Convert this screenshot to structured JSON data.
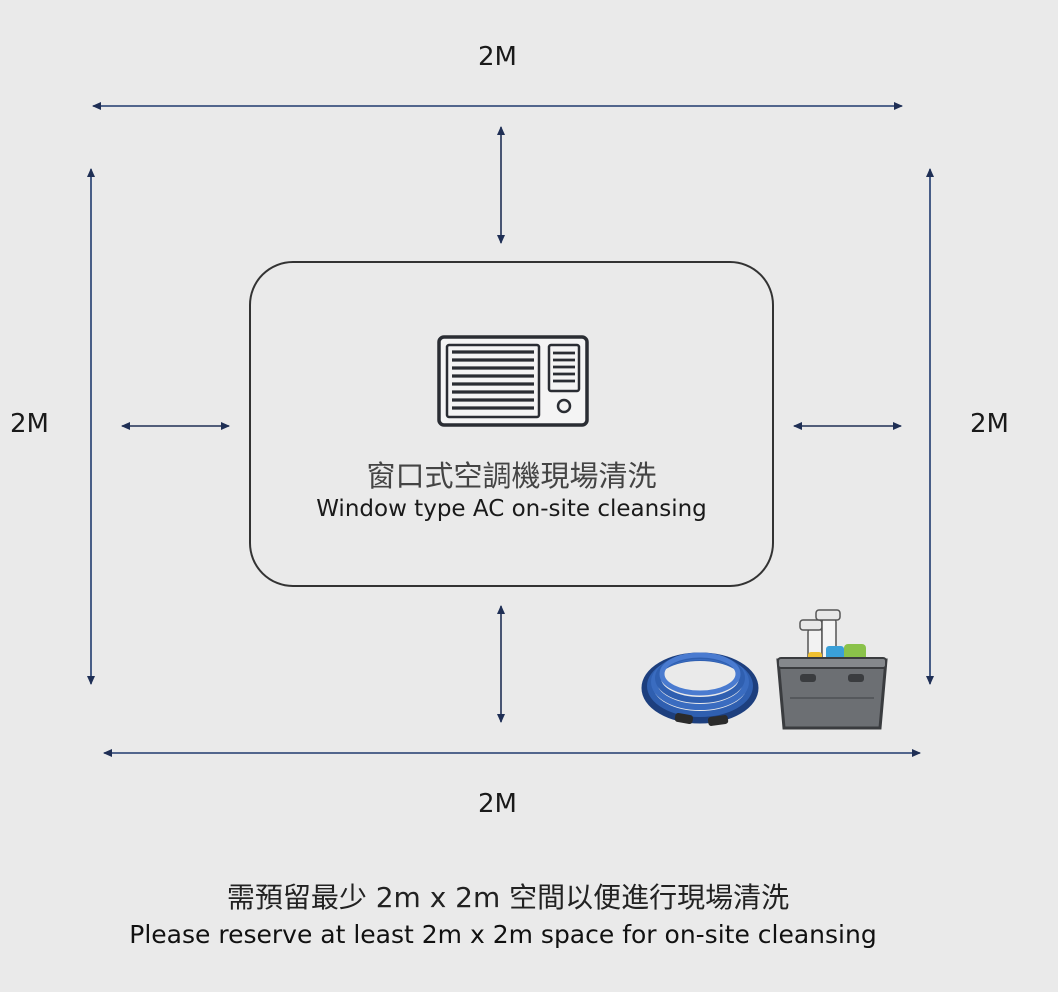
{
  "dimensions": {
    "top": "2M",
    "bottom": "2M",
    "left": "2M",
    "right": "2M"
  },
  "unit": {
    "icon": "window-ac-icon",
    "title_zh": "窗口式空調機現場清洗",
    "title_en": "Window type AC on-site cleansing"
  },
  "tools": {
    "hose_icon": "hose-icon",
    "cleaning_kit_icon": "cleaning-supplies-icon"
  },
  "caption": {
    "zh": "需預留最少 2m x 2m 空間以便進行現場清洗",
    "en": "Please reserve at least 2m x 2m space for on-site cleansing"
  },
  "colors": {
    "arrow": "#1f3a6e",
    "hose": "#2f5fb0",
    "crate": "#6c6f73",
    "background": "#eaeaea"
  }
}
